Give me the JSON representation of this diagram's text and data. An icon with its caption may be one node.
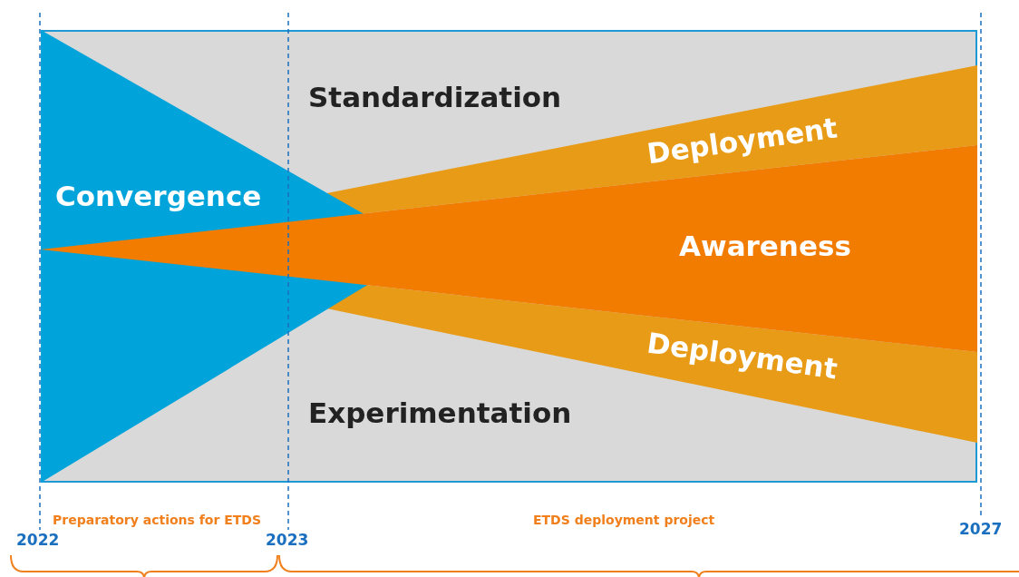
{
  "diagram": {
    "nodes": [
      {
        "text": [],
        "shape": "box"
      },
      {
        "text": [
          "Deployment"
        ],
        "in": 0
      },
      {
        "text": [
          "Deployment"
        ],
        "in": 0
      },
      {
        "text": [
          "Convergence"
        ],
        "in": 0
      },
      {
        "text": [
          "Awareness"
        ],
        "in": 0
      }
    ],
    "edges": [],
    "labels": [
      "Standardization",
      "Experimentation",
      "Preparatory actions for ETDS",
      "ETDS deployment project",
      "2022",
      "2023",
      "2027"
    ]
  }
}
